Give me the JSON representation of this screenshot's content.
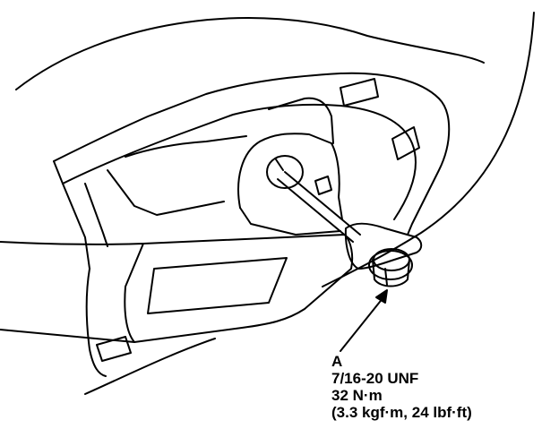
{
  "callout": {
    "label": "A",
    "thread": "7/16-20 UNF",
    "torque_nm": "32 N·m",
    "torque_alt": "(3.3 kgf·m, 24 lbf·ft)"
  }
}
